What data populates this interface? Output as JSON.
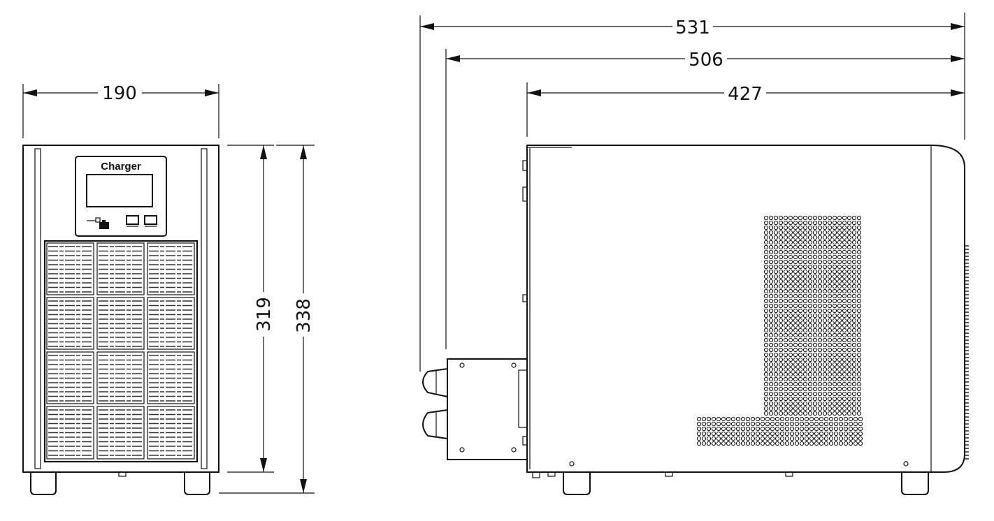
{
  "front_view": {
    "panel_label": "Charger",
    "width_dim": "190",
    "inner_height_dim": "319",
    "total_height_dim": "338"
  },
  "side_view": {
    "overall_depth_dim": "531",
    "depth_with_box_dim": "506",
    "body_depth_dim": "427"
  },
  "colors": {
    "line": "#111111",
    "background": "#ffffff"
  },
  "icons": [
    "battery-plug-icon",
    "usb-port-icon"
  ]
}
